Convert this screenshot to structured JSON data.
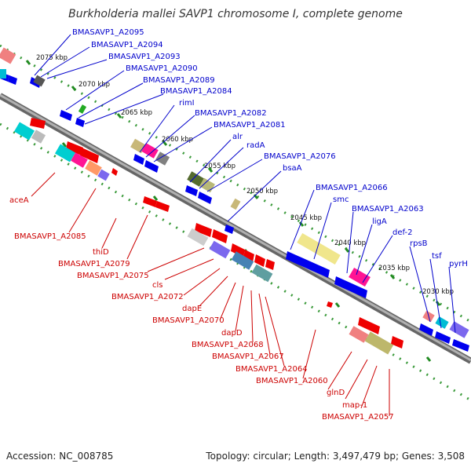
{
  "title": "Burkholderia mallei SAVP1 chromosome I, complete genome",
  "footer": {
    "accession": "Accession: NC_008785",
    "summary": "Topology: circular; Length: 3,497,479 bp; Genes: 3,508"
  },
  "kbp_ticks": [
    "2075 kbp",
    "2070 kbp",
    "2065 kbp",
    "2060 kbp",
    "2055 kbp",
    "2050 kbp",
    "2045 kbp",
    "2040 kbp",
    "2035 kbp",
    "2030 kbp"
  ],
  "blue_labels": [
    "BMASAVP1_A2095",
    "BMASAVP1_A2094",
    "BMASAVP1_A2093",
    "BMASAVP1_A2090",
    "BMASAVP1_A2089",
    "BMASAVP1_A2084",
    "rimI",
    "BMASAVP1_A2082",
    "BMASAVP1_A2081",
    "alr",
    "radA",
    "BMASAVP1_A2076",
    "bsaA",
    "BMASAVP1_A2066",
    "smc",
    "BMASAVP1_A2063",
    "ligA",
    "def-2",
    "rpsB",
    "tsf",
    "pyrH"
  ],
  "red_labels": [
    "aceA",
    "BMASAVP1_A2085",
    "thiD",
    "BMASAVP1_A2079",
    "BMASAVP1_A2075",
    "cls",
    "BMASAVP1_A2072",
    "dapE",
    "BMASAVP1_A2070",
    "dapD",
    "BMASAVP1_A2068",
    "BMASAVP1_A2067",
    "BMASAVP1_A2064",
    "BMASAVP1_A2060",
    "glnD",
    "map-1",
    "BMASAVP1_A2057"
  ],
  "colors": {
    "backbone": "#8a8a8a",
    "forward_gene": "#0000ee",
    "reverse_gene": "#ee0000",
    "tick_green": "#228b22",
    "label_blue": "#0000cc",
    "label_red": "#cc0000"
  }
}
